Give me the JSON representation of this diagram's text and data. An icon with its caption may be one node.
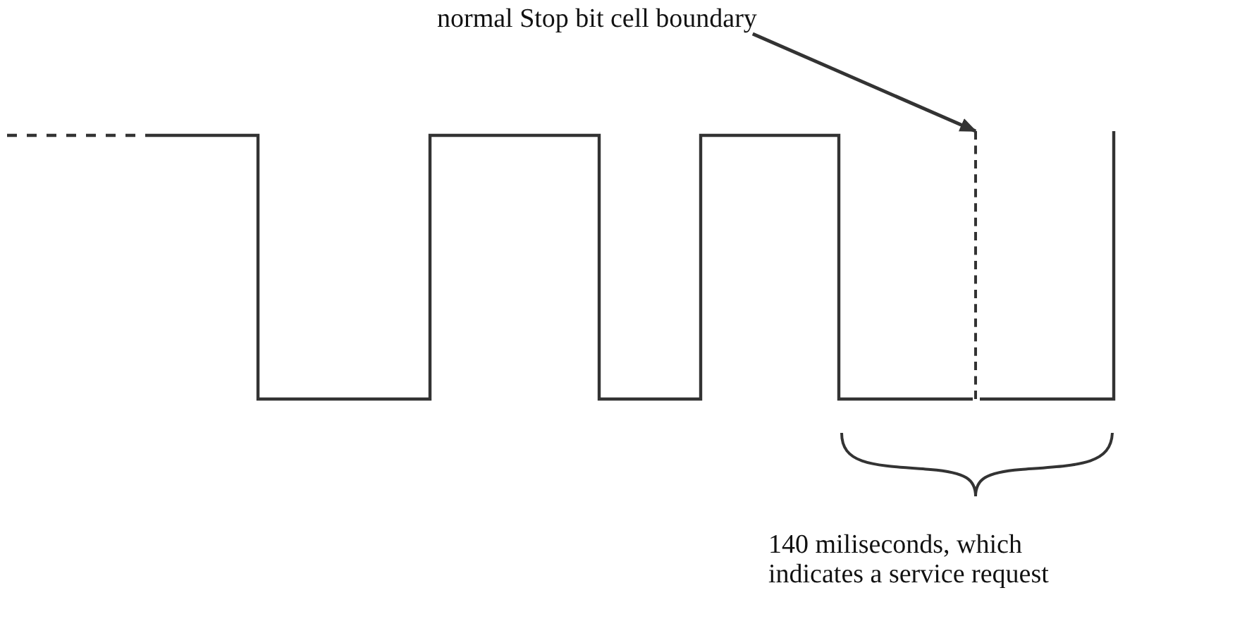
{
  "diagram": {
    "nodes": [
      {
        "text": [
          "normal Stop bit cell boundary"
        ]
      },
      {
        "text": [],
        "shape": "line"
      }
    ],
    "edges": [
      {
        "from": 0,
        "to": 1,
        "arrow": "to"
      }
    ],
    "labels": [
      "140 miliseconds, which indicates a service request"
    ]
  }
}
